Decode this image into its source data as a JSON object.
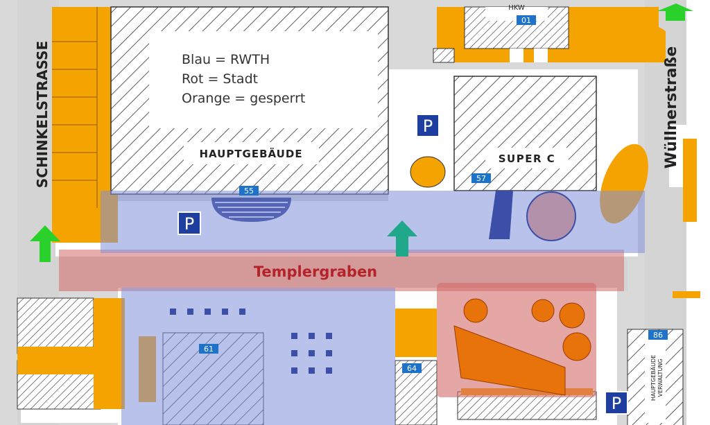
{
  "legend": {
    "line1": "Blau  = RWTH",
    "line2": "Rot  = Stadt",
    "line3": "Orange = gesperrt"
  },
  "streets": {
    "schinkel": "SCHINKELSTRASSE",
    "wuellner": "Wüllnerstraße",
    "templer": "Templergraben"
  },
  "buildings": {
    "haupt": "HAUPTGEBÄUDE",
    "superc": "SUPER C",
    "hkw": "HKW",
    "verwaltung": "VERWALTUNG",
    "hauptgeb2": "HAUPTGEBÄUDE"
  },
  "numbers": {
    "b01": "01",
    "b55": "55",
    "b57": "57",
    "b61": "61",
    "b64": "64",
    "b86": "86"
  },
  "parking": {
    "label": "P"
  },
  "colors": {
    "rwth_blue": "#7f8fd9",
    "city_red": "#d46a6a",
    "closed_orange": "#f5a300",
    "street_gray": "#d8d8d8",
    "arrow_green": "#2bd12b",
    "arrow_teal": "#1fa88a",
    "marker_blue": "#1e73c8",
    "label_red": "#b5232a"
  }
}
